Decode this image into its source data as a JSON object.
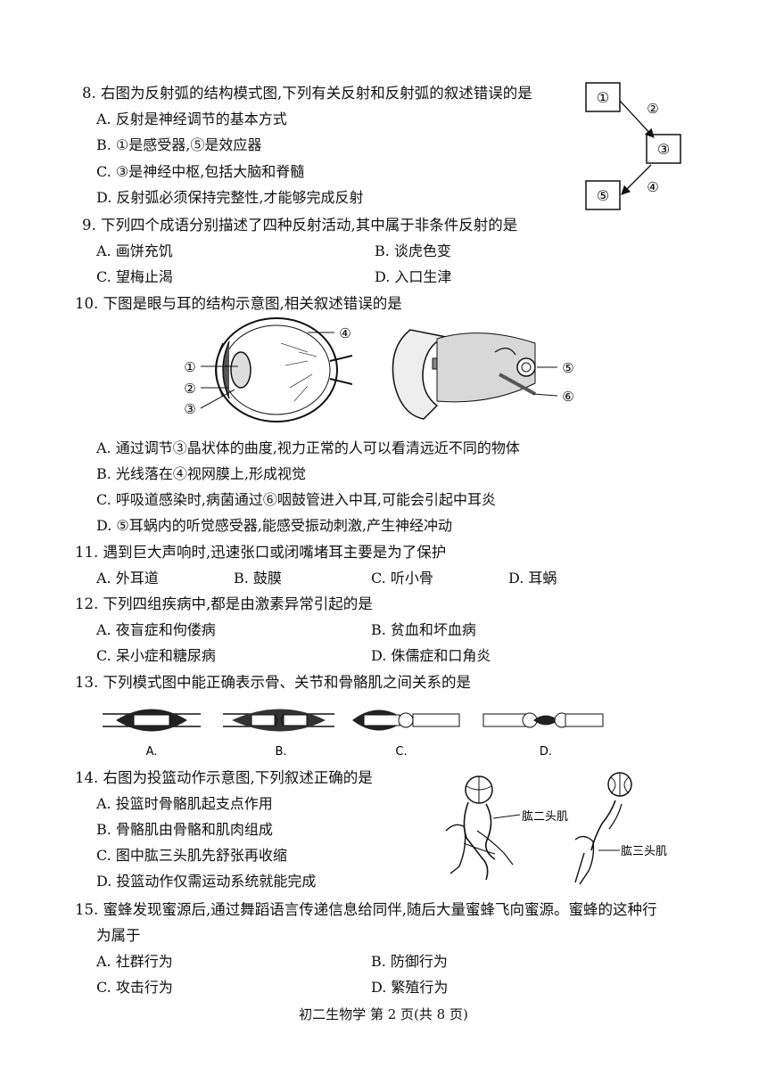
{
  "q8": {
    "stem": "8. 右图为反射弧的结构模式图,下列有关反射和反射弧的叙述错误的是",
    "options": [
      "A. 反射是神经调节的基本方式",
      "B. ①是感受器,⑤是效应器",
      "C. ③是神经中枢,包括大脑和脊髓",
      "D. 反射弧必须保持完整性,才能够完成反射"
    ],
    "diagram": {
      "n1": "①",
      "n2": "②",
      "n3": "③",
      "n4": "④",
      "n5": "⑤"
    }
  },
  "q9": {
    "stem": "9. 下列四个成语分别描述了四种反射活动,其中属于非条件反射的是",
    "options": [
      "A. 画饼充饥",
      "B. 谈虎色变",
      "C. 望梅止渴",
      "D. 入口生津"
    ]
  },
  "q10": {
    "stem": "10. 下图是眼与耳的结构示意图,相关叙述错误的是",
    "labels": {
      "e1": "①",
      "e2": "②",
      "e3": "③",
      "e4": "④",
      "a5": "⑤",
      "a6": "⑥"
    },
    "options": [
      "A. 通过调节③晶状体的曲度,视力正常的人可以看清远近不同的物体",
      "B. 光线落在④视网膜上,形成视觉",
      "C. 呼吸道感染时,病菌通过⑥咽鼓管进入中耳,可能会引起中耳炎",
      "D. ⑤耳蜗内的听觉感受器,能感受振动刺激,产生神经冲动"
    ]
  },
  "q11": {
    "stem": "11. 遇到巨大声响时,迅速张口或闭嘴堵耳主要是为了保护",
    "options": [
      "A. 外耳道",
      "B. 鼓膜",
      "C. 听小骨",
      "D. 耳蜗"
    ]
  },
  "q12": {
    "stem": "12. 下列四组疾病中,都是由激素异常引起的是",
    "options": [
      "A. 夜盲症和佝偻病",
      "B. 贫血和坏血病",
      "C. 呆小症和糖尿病",
      "D. 侏儒症和口角炎"
    ]
  },
  "q13": {
    "stem": "13. 下列模式图中能正确表示骨、关节和骨骼肌之间关系的是",
    "captions": [
      "A.",
      "B.",
      "C.",
      "D."
    ]
  },
  "q14": {
    "stem": "14. 右图为投篮动作示意图,下列叙述正确的是",
    "options": [
      "A. 投篮时骨骼肌起支点作用",
      "B. 骨骼肌由骨骼和肌肉组成",
      "C. 图中肱三头肌先舒张再收缩",
      "D. 投篮动作仅需运动系统就能完成"
    ],
    "labels": {
      "biceps": "肱二头肌",
      "triceps": "肱三头肌"
    }
  },
  "q15": {
    "stem1": "15. 蜜蜂发现蜜源后,通过舞蹈语言传递信息给同伴,随后大量蜜蜂飞向蜜源。蜜蜂的这种行",
    "stem2": "为属于",
    "options": [
      "A. 社群行为",
      "B. 防御行为",
      "C. 攻击行为",
      "D. 繁殖行为"
    ]
  },
  "footer": "初二生物学 第 2 页(共 8 页)"
}
